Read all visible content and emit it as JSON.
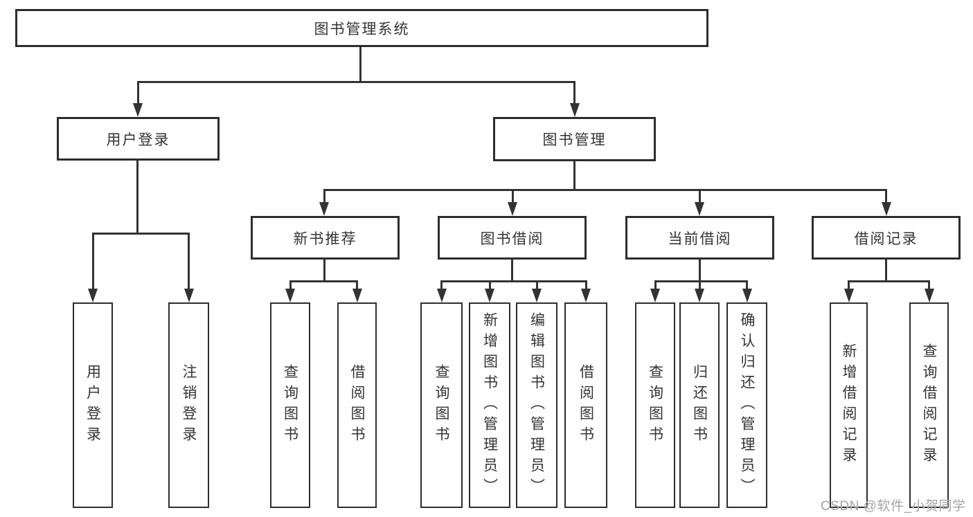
{
  "diagram_title": "图书管理系统",
  "colors": {
    "line": "#333333",
    "box_border": "#2d2d2d",
    "text": "#333333",
    "background": "#ffffff",
    "watermark": "#a3a3a3"
  },
  "tree": {
    "root": {
      "label": "图书管理系统"
    },
    "branches": [
      {
        "label": "用户登录",
        "children": [
          "用户登录",
          "注销登录"
        ]
      },
      {
        "label": "图书管理",
        "groups": [
          {
            "label": "新书推荐",
            "children": [
              "查询图书",
              "借阅图书"
            ]
          },
          {
            "label": "图书借阅",
            "children": [
              "查询图书",
              "新增图书（管理员）",
              "编辑图书（管理员）",
              "借阅图书"
            ]
          },
          {
            "label": "当前借阅",
            "children": [
              "查询图书",
              "归还图书",
              "确认归还（管理员）"
            ]
          },
          {
            "label": "借阅记录",
            "children": [
              "新增借阅记录",
              "查询借阅记录"
            ]
          }
        ]
      }
    ]
  },
  "watermark": {
    "text": "CSDN @软件_小贺同学"
  }
}
